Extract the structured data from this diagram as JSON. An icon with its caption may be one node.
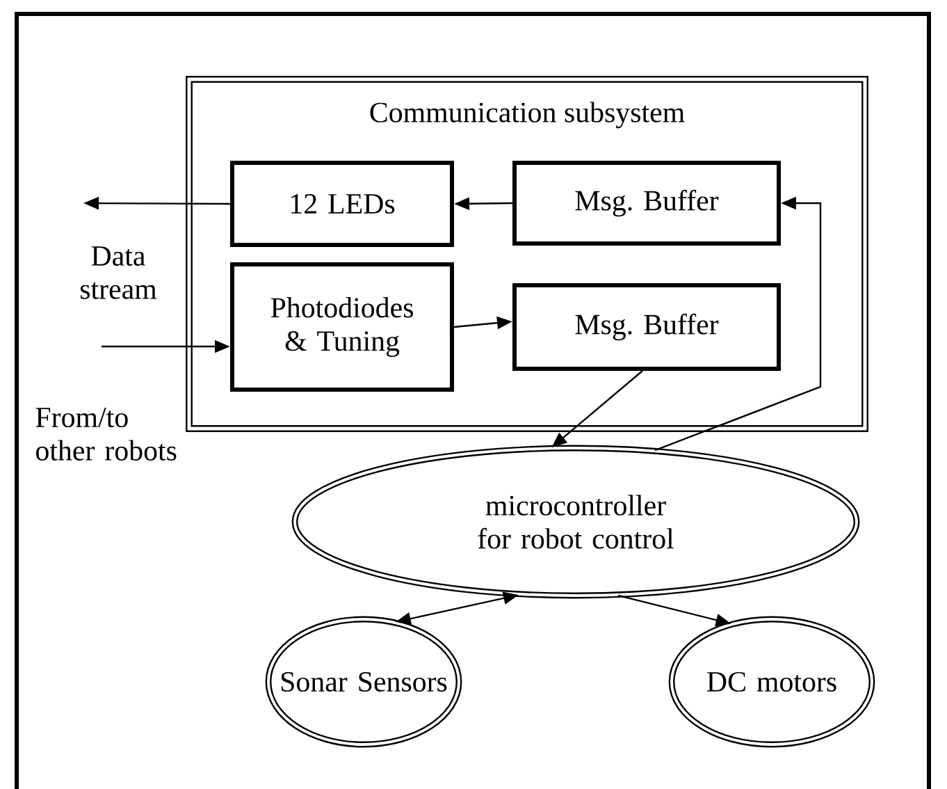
{
  "diagram": {
    "nodes": [
      {
        "text": [
          "Communication subsystem"
        ]
      },
      {
        "text": [
          "12 LEDs"
        ],
        "in": 0
      },
      {
        "text": [
          "Msg. Buffer"
        ],
        "in": 0
      },
      {
        "text": [
          "Photodiodes & Tuning"
        ],
        "in": 0
      },
      {
        "text": [
          "Msg. Buffer"
        ],
        "in": 0
      },
      {
        "text": [
          "microcontroller for robot control"
        ]
      },
      {
        "text": [
          "Sonar Sensors"
        ]
      },
      {
        "text": [
          "DC motors"
        ]
      }
    ],
    "edges": [
      {
        "from": 2,
        "to": 1,
        "arrow": "to"
      },
      {
        "from": 1,
        "to": null,
        "arrow": "to"
      },
      {
        "from": null,
        "to": 3,
        "arrow": "to"
      },
      {
        "from": 3,
        "to": 4,
        "arrow": "to"
      },
      {
        "from": 4,
        "to": 5,
        "arrow": "to"
      },
      {
        "from": 5,
        "to": 2,
        "arrow": "to"
      },
      {
        "from": 5,
        "to": 6,
        "arrow": "both"
      },
      {
        "from": 5,
        "to": 7,
        "arrow": "to"
      }
    ],
    "labels": [
      "Data stream",
      "From/to other robots"
    ]
  }
}
